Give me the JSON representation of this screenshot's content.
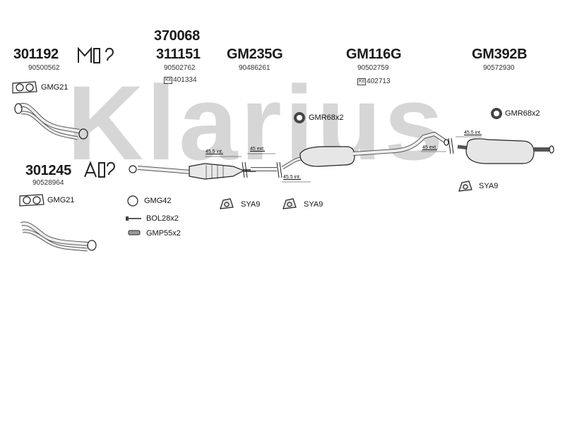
{
  "watermark": "Klarius",
  "columns": [
    {
      "part": "301192",
      "oem": "90500562"
    },
    {
      "part_top": "370068",
      "part": "311151",
      "oem": "90502762",
      "kit": "401334"
    },
    {
      "part": "GM235G",
      "oem": "90486261"
    },
    {
      "part": "GM116G",
      "oem": "90502759",
      "kit": "402713"
    },
    {
      "part": "GM392B",
      "oem": "90572930"
    }
  ],
  "lower_left": {
    "part": "301245",
    "oem": "90528964"
  },
  "kit_marker": "Kit",
  "fittings": {
    "gasket_upper": "GMG21",
    "gasket_lower": "GMG21",
    "ring": "GMG42",
    "bolt": "BOL28x2",
    "clamp": "GMP55x2",
    "rubber_mid": "GMR68x2",
    "rubber_rear": "GMR68x2",
    "hanger_1": "SYA9",
    "hanger_2": "SYA9",
    "hanger_3": "SYA9"
  },
  "dimensions": {
    "d1": "45.5 int.",
    "d2": "45 ext.",
    "d3": "45.5 int.",
    "d4": "45 ext.",
    "d5": "45.5 int."
  },
  "icons": [
    "manual-transmission-icon",
    "automatic-transmission-icon"
  ]
}
